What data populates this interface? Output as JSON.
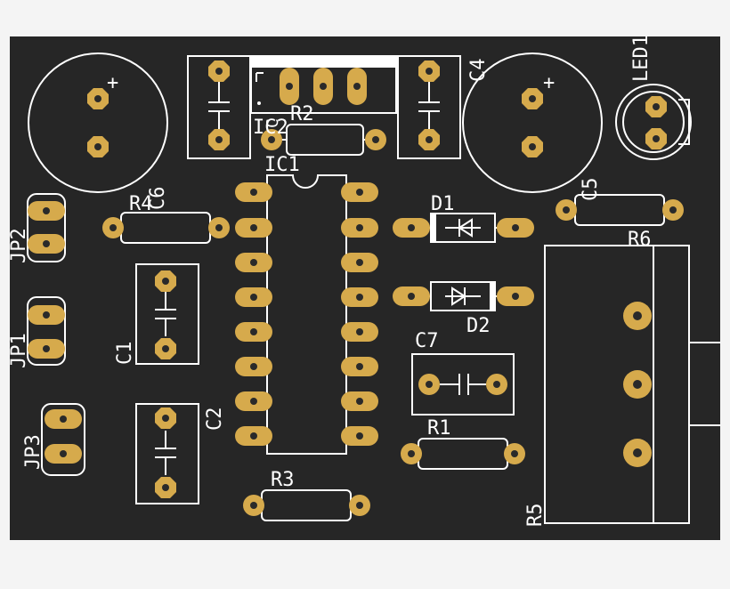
{
  "colors": {
    "page_background": "#f4f4f4",
    "board": "#262626",
    "silkscreen": "#ffffff",
    "pad_gold": "#d6aa4c",
    "drill": "#2a2a2a"
  },
  "components": {
    "ic1": "IC1",
    "ic2": "IC2",
    "r1": "R1",
    "r2": "R2",
    "r3": "R3",
    "r4": "R4",
    "r5": "R5",
    "r6": "R6",
    "c1": "C1",
    "c2": "C2",
    "c4": "C4",
    "c5": "C5",
    "c6": "C6",
    "c7": "C7",
    "d1": "D1",
    "d2": "D2",
    "led1": "LED1",
    "jp1": "JP1",
    "jp2": "JP2",
    "jp3": "JP3"
  },
  "markings": {
    "polarity_plus": "+"
  }
}
